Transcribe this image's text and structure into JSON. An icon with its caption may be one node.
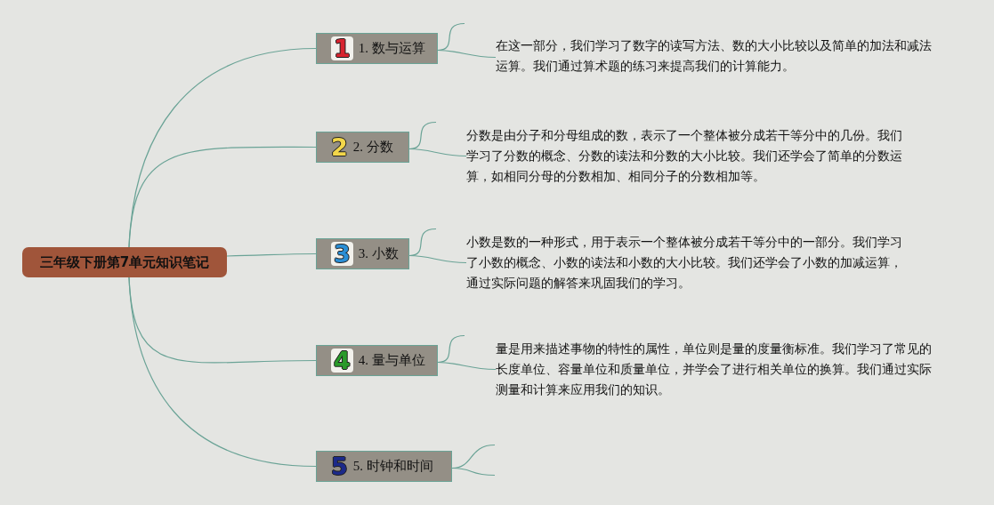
{
  "diagram": {
    "nodes": [
      {
        "text": [
          "三年级下册第7单元知识笔记"
        ]
      },
      {
        "text": [
          "1",
          "1. 数与运算"
        ]
      },
      {
        "text": [
          "2",
          "2. 分数"
        ]
      },
      {
        "text": [
          "3",
          "3. 小数"
        ]
      },
      {
        "text": [
          "4",
          "4. 量与单位"
        ]
      },
      {
        "text": [
          "5",
          "5. 时钟和时间"
        ]
      },
      {
        "text": [
          "在这一部分，我们学习了数字的读写方法、数的大小比较以及简单的加法和减法运算。我们通过算术题的练习来提高我们的计算能力。"
        ]
      },
      {
        "text": [
          "分数是由分子和分母组成的数，表示了一个整体被分成若干等分中的几份。我们学习了分数的概念、分数的读法和分数的大小比较。我们还学会了简单的分数运算，如相同分母的分数相加、相同分子的分数相加等。"
        ]
      },
      {
        "text": [
          "小数是数的一种形式，用于表示一个整体被分成若干等分中的一部分。我们学习了小数的概念、小数的读法和小数的大小比较。我们还学会了小数的加减运算，通过实际问题的解答来巩固我们的学习。"
        ]
      },
      {
        "text": [
          "量是用来描述事物的特性的属性，单位则是量的度量衡标准。我们学习了常见的长度单位、容量单位和质量单位，并学会了进行相关单位的换算。我们通过实际测量和计算来应用我们的知识。"
        ]
      }
    ],
    "edges": [
      {
        "from": 0,
        "to": 1,
        "arrow": "none"
      },
      {
        "from": 0,
        "to": 2,
        "arrow": "none"
      },
      {
        "from": 0,
        "to": 3,
        "arrow": "none"
      },
      {
        "from": 0,
        "to": 4,
        "arrow": "none"
      },
      {
        "from": 0,
        "to": 5,
        "arrow": "none"
      },
      {
        "from": 1,
        "to": null,
        "arrow": "none"
      },
      {
        "from": 1,
        "to": 6,
        "arrow": "none"
      },
      {
        "from": 2,
        "to": null,
        "arrow": "none"
      },
      {
        "from": 2,
        "to": 7,
        "arrow": "none"
      },
      {
        "from": 3,
        "to": null,
        "arrow": "none"
      },
      {
        "from": 3,
        "to": 8,
        "arrow": "none"
      },
      {
        "from": 4,
        "to": null,
        "arrow": "none"
      },
      {
        "from": 4,
        "to": 9,
        "arrow": "none"
      },
      {
        "from": 5,
        "to": null,
        "arrow": "none"
      },
      {
        "from": 5,
        "to": null,
        "arrow": "none"
      }
    ]
  }
}
